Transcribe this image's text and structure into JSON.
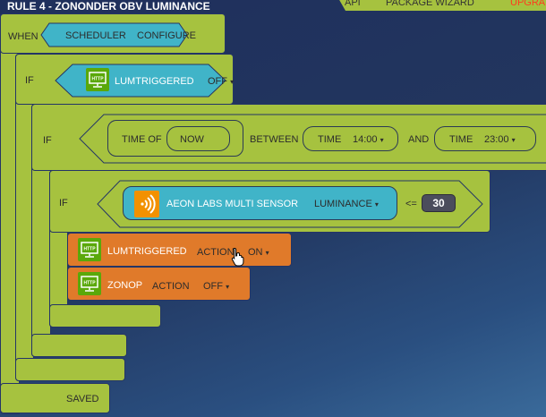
{
  "title": "RULE 4 - ZONONDER OBV LUMINANCE",
  "nav": {
    "api": "API",
    "package_wizard": "PACKAGE WIZARD",
    "upgrade": "UPGRA"
  },
  "when": {
    "label": "WHEN",
    "trigger": "SCHEDULER",
    "action": "CONFIGURE"
  },
  "if1": {
    "label": "IF",
    "device": "LUMTRIGGERED",
    "value": "OFF"
  },
  "if2": {
    "label": "IF",
    "time_of": "TIME OF",
    "now": "NOW",
    "between": "BETWEEN",
    "time1_label": "TIME",
    "time1": "14:00",
    "and": "AND",
    "time2_label": "TIME",
    "time2": "23:00"
  },
  "if3": {
    "label": "IF",
    "device": "AEON LABS MULTI SENSOR",
    "property": "LUMINANCE",
    "operator": "<=",
    "value": "30"
  },
  "actions": [
    {
      "device": "LUMTRIGGERED",
      "label": "ACTION",
      "value": "ON"
    },
    {
      "device": "ZONOP",
      "label": "ACTION",
      "value": "OFF"
    }
  ],
  "saved": "SAVED",
  "dropdown_arrow": "▾",
  "colors": {
    "block_green": "#a6c23f",
    "device_cyan": "#40b4c8",
    "action_orange": "#e07a2a",
    "http_green": "#5aa80a",
    "sensor_orange": "#f29100",
    "upgrade_red": "#ff3b1f"
  }
}
